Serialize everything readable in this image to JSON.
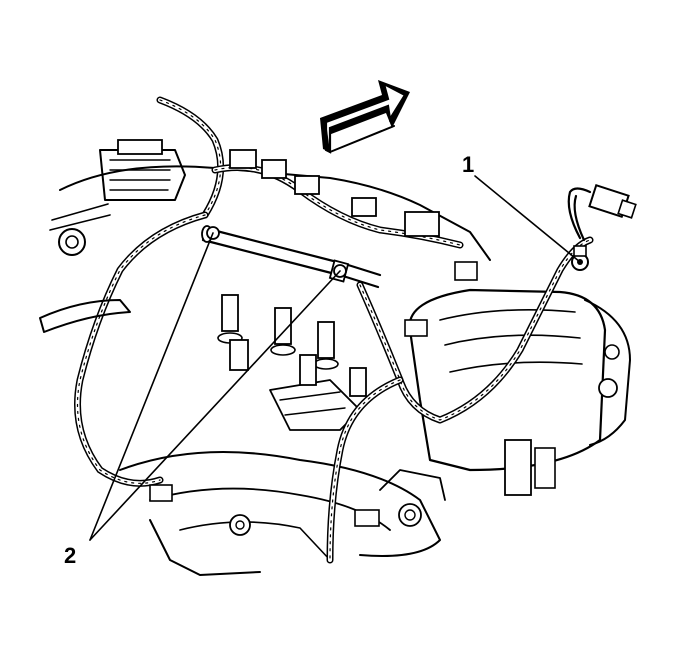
{
  "callouts": [
    {
      "id": "1",
      "label": "1"
    },
    {
      "id": "2",
      "label": "2"
    }
  ],
  "colors": {
    "ink": "#000000",
    "paper": "#ffffff"
  },
  "icons": {
    "direction": "direction-arrow-icon"
  }
}
